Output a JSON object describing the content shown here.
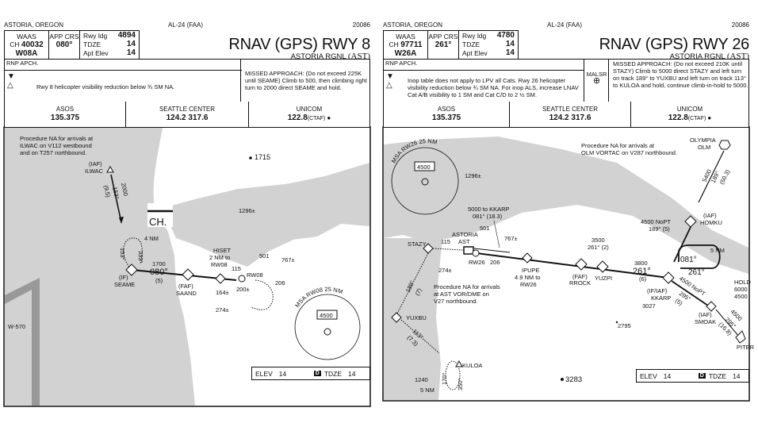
{
  "colors": {
    "terrain_gray": "#d2d2d2",
    "ink": "#111111"
  },
  "plates": [
    {
      "location": "ASTORIA, OREGON",
      "chart_id": "AL-24 (FAA)",
      "cycle": "20086",
      "waas_label": "WAAS",
      "channel_prefix": "CH",
      "channel": "40032",
      "waas_id": "W08A",
      "app_crs_label": "APP CRS",
      "app_crs": "080°",
      "rwy_ldg_label": "Rwy ldg",
      "rwy_ldg": "4894",
      "tdze_label": "TDZE",
      "tdze": "14",
      "apt_elev_label": "Apt Elev",
      "apt_elev": "14",
      "title": "RNAV (GPS) RWY 8",
      "airport": "ASTORIA RGNL",
      "airport_id": "(AST)",
      "rnp": "RNP APCH.",
      "note": "Rwy 8 helicopter visibility reduction below ¾ SM NA.",
      "missed": "MISSED APPROACH: (Do not exceed 225K until SEAME) Climb to 500, then climbing right turn to 2000 direct SEAME and hold.",
      "comm": [
        {
          "label": "ASOS",
          "freq": "135.375"
        },
        {
          "label": "SEATTLE CENTER",
          "freq": "124.2  317.6"
        },
        {
          "label": "UNICOM",
          "freq": "122.8",
          "suffix": "(CTAF)"
        }
      ],
      "elev_label": "ELEV",
      "elev": "14",
      "d_label": "D",
      "tdze_box_label": "TDZE",
      "tdze_box": "14",
      "map": {
        "na1": "Procedure NA for arrivals at",
        "na2": "ILWAC on V112 westbound",
        "na3": "and on T257 northbound.",
        "iaf": "(IAF)",
        "ilwac": "ILWAC",
        "alt2000": "2000",
        "crs153": "153°",
        "dist95": "(9.5)",
        "ch": "CH.",
        "e1715": "1715",
        "e1296": "1296±",
        "nm4": "4 NM",
        "h153": "153°",
        "h333": "333°",
        "if": "(IF)",
        "seame": "SEAME",
        "a1700": "1700",
        "c080": "080°",
        "d5": "(5)",
        "faf": "(FAF)",
        "saand": "SAAND",
        "hiset1": "HISET",
        "hiset2": "2 NM to",
        "hiset3": "RW08",
        "e115": "115",
        "rw08": "RW08",
        "e501": "501",
        "e767": "767±",
        "e206": "206",
        "e164": "164±",
        "e200": "200±",
        "e274": "274±",
        "msa": "MSA RW08 25 NM",
        "msa_alt": "4500",
        "w570": "W-570"
      }
    },
    {
      "location": "ASTORIA, OREGON",
      "chart_id": "AL-24 (FAA)",
      "cycle": "20086",
      "waas_label": "WAAS",
      "channel_prefix": "CH",
      "channel": "97711",
      "waas_id": "W26A",
      "app_crs_label": "APP CRS",
      "app_crs": "261°",
      "rwy_ldg_label": "Rwy ldg",
      "rwy_ldg": "4780",
      "tdze_label": "TDZE",
      "tdze": "14",
      "apt_elev_label": "Apt Elev",
      "apt_elev": "14",
      "title": "RNAV (GPS) RWY 26",
      "airport": "ASTORIA RGNL",
      "airport_id": "(AST)",
      "rnp": "RNP APCH.",
      "note": "Inop table does not apply to LPV all Cats.  Rwy 26 helicopter visibility reduction below ¾ SM NA.  For inop ALS, increase LNAV Cat A/B visibility to 1 SM and Cat C/D to 2 ½ SM.",
      "malsr": "MALSR",
      "missed": "MISSED APPROACH: (Do not exceed 210K until STAZY) Climb to 5000 direct STAZY and left turn on track 189° to YUXBU and left turn on track 113° to KULOA and hold, continue climb-in-hold to 5000.",
      "comm": [
        {
          "label": "ASOS",
          "freq": "135.375"
        },
        {
          "label": "SEATTLE CENTER",
          "freq": "124.2  317.6"
        },
        {
          "label": "UNICOM",
          "freq": "122.8",
          "suffix": "(CTAF)"
        }
      ],
      "elev_label": "ELEV",
      "elev": "14",
      "d_label": "D",
      "tdze_box_label": "TDZE",
      "tdze_box": "14",
      "map": {
        "msa": "MSA RW26 25 NM",
        "msa_alt": "4500",
        "e1296": "1296±",
        "na1": "Procedure NA for arrivals at",
        "na2": "OLM VORTAC on V287 northbound.",
        "olympia": "OLYMPIA",
        "olm": "OLM",
        "a5400": "5400",
        "c189": "189°",
        "d503": "(50.3)",
        "iaf": "(IAF)",
        "homku": "HOMKU",
        "nopt1": "4500 NoPT",
        "nopt1b": "189° (5)",
        "h081": "081°",
        "h261": "261°",
        "nm5": "5 NM",
        "hold": "HOLD",
        "hold_hi": "6000",
        "hold_lo": "4500",
        "a3800": "3800",
        "c261": "261°",
        "d6": "(6)",
        "ifiaf": "(IF/IAF)",
        "kkarp": "KKARP",
        "a3500": "3500",
        "c3500": "261° (2)",
        "faf": "(FAF)",
        "rrock": "RROCK",
        "yuzpi": "YUZPI",
        "ipupe": "IPUPE",
        "ipupe2": "4.9 NM to",
        "ipupe3": "RW26",
        "to1": "5000 to KKARP",
        "to2": "081°  (18.3)",
        "astoria": "ASTORIA",
        "ast": "AST",
        "e501": "501",
        "e767": "767±",
        "e115": "115",
        "stazy": "STAZY",
        "rw26": "RW26",
        "e206": "206",
        "e274": "274±",
        "c189b": "189°",
        "d7": "(7)",
        "yuxbu": "YUXBU",
        "c113": "113°",
        "d73": "(7.3)",
        "na3": "Procedure NA for arrivals",
        "na4": "at AST VOR/DME on",
        "na5": "V27 northbound.",
        "kuloa": "KULOA",
        "h170": "170°",
        "h350": "350°",
        "e1240": "1240",
        "nm5b": "5 NM",
        "e3027": "3027",
        "e2795": "2795",
        "e3283": "3283",
        "smoak_iaf": "(IAF)",
        "smoak": "SMOAK",
        "nopt2": "4500 NoPT",
        "nopt2b": "295°",
        "nopt2c": "(5)",
        "a4500": "4500",
        "c295": "295°",
        "d168": "(16.8)",
        "piter": "PITER"
      }
    }
  ]
}
